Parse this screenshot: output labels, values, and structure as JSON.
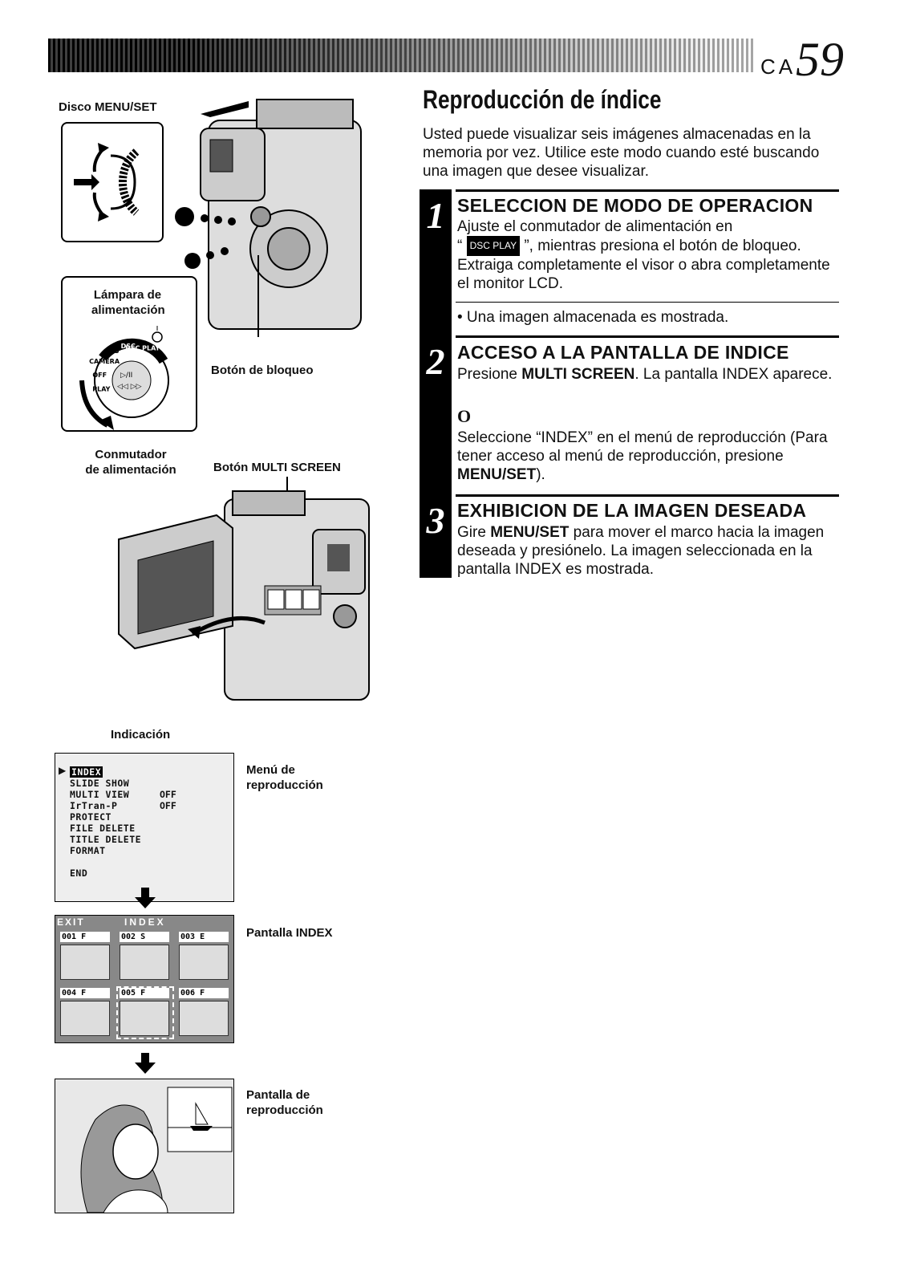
{
  "header": {
    "section_code": "CA",
    "page_number": "59"
  },
  "title": "Reproducción de índice",
  "intro": "Usted puede visualizar seis imágenes almacenadas en la memoria por vez. Utilice este modo cuando esté buscando una imagen que desee visualizar.",
  "steps": [
    {
      "number": "1",
      "heading": "SELECCION DE MODO DE OPERACION",
      "body_line1": "Ajuste el conmutador de alimentación en",
      "quote_open": "“",
      "badge": "DSC PLAY",
      "body_line2": "”, mientras presiona el botón de bloqueo.",
      "body_line3": "Extraiga completamente el visor o abra completamente el monitor LCD.",
      "note": "• Una imagen almacenada es mostrada."
    },
    {
      "number": "2",
      "heading": "ACCESO A LA PANTALLA DE INDICE",
      "body_pre": "Presione ",
      "body_bold": "MULTI SCREEN",
      "body_post": ". La pantalla INDEX aparece.",
      "or": "O",
      "body2_pre": "Seleccione “INDEX” en el menú de reproducción (Para tener acceso al menú de reproducción, presione ",
      "body2_bold": "MENU/SET",
      "body2_post": ")."
    },
    {
      "number": "3",
      "heading": "EXHIBICION DE LA IMAGEN DESEADA",
      "body_pre": "Gire ",
      "body_bold": "MENU/SET",
      "body_post": " para mover el marco hacia la imagen deseada y presiónelo. La imagen seleccionada en la pantalla INDEX es mostrada."
    }
  ],
  "labels": {
    "disco": "Disco MENU/SET",
    "lampara_1": "Lámpara de",
    "lampara_2": "alimentación",
    "boton_bloqueo": "Botón de bloqueo",
    "conmutador_1": "Conmutador",
    "conmutador_2": "de alimentación",
    "boton_multi": "Botón MULTI SCREEN",
    "indicacion": "Indicación",
    "menu_1": "Menú de",
    "menu_2": "reproducción",
    "pantalla_index": "Pantalla INDEX",
    "pantalla_rep_1": "Pantalla de",
    "pantalla_rep_2": "reproducción"
  },
  "switch_dial": {
    "positions": [
      "PLAY",
      "OFF",
      "CAMERA",
      "5S",
      "DSC",
      "DSC PLAY"
    ]
  },
  "menu_screen": {
    "items": [
      "INDEX",
      "SLIDE SHOW",
      "MULTI VIEW",
      "IrTran-P",
      "PROTECT",
      "FILE DELETE",
      "TITLE DELETE",
      "FORMAT",
      "END"
    ],
    "values": {
      "multi_view": "OFF",
      "irtran": "OFF"
    }
  },
  "index_screen": {
    "exit": "EXIT",
    "title": "INDEX",
    "cells": [
      {
        "num": "001",
        "mode": "F"
      },
      {
        "num": "002",
        "mode": "S"
      },
      {
        "num": "003",
        "mode": "E"
      },
      {
        "num": "004",
        "mode": "F"
      },
      {
        "num": "005",
        "mode": "F"
      },
      {
        "num": "006",
        "mode": "F"
      }
    ]
  }
}
